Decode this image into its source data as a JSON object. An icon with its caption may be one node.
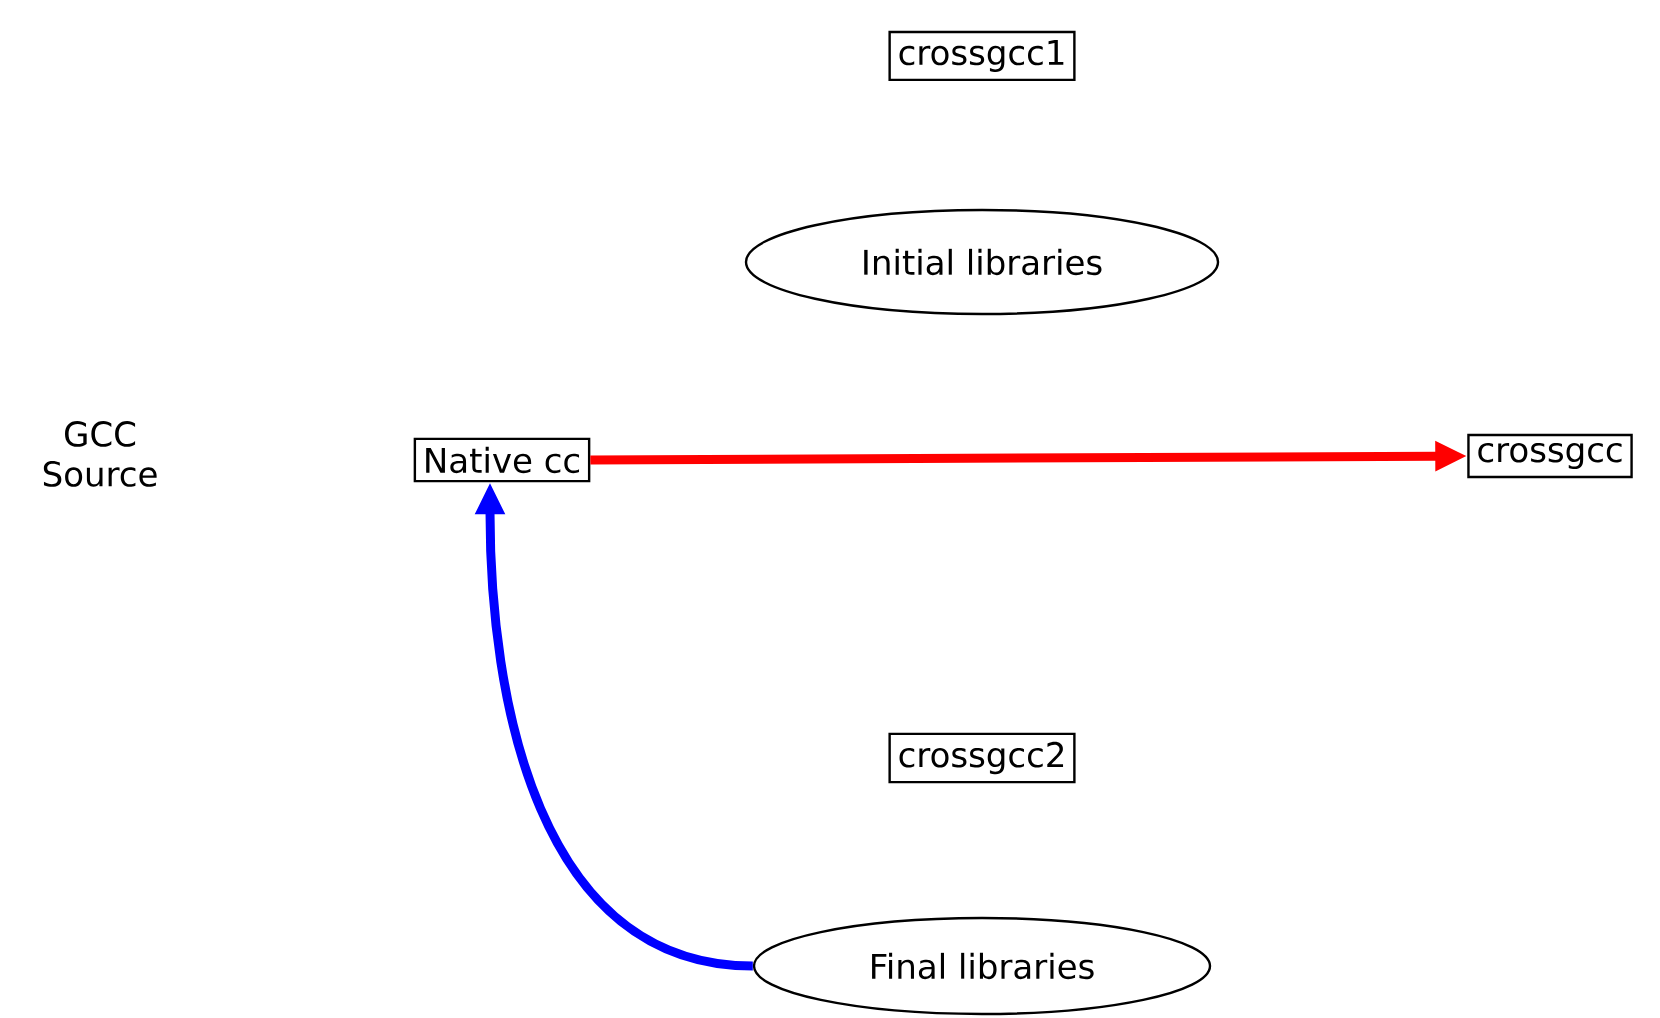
{
  "diagram": {
    "nodes": [
      {
        "text": [
          "crossgcc1"
        ]
      },
      {
        "text": [
          "Initial libraries"
        ]
      },
      {
        "text": [
          "GCC Source"
        ]
      },
      {
        "text": [
          "Native cc"
        ]
      },
      {
        "text": [
          "crossgcc"
        ]
      },
      {
        "text": [
          "crossgcc2"
        ]
      },
      {
        "text": [
          "Final libraries"
        ]
      }
    ],
    "edges": [
      {
        "from": 3,
        "to": 4,
        "arrow": "to",
        "color": "#ff0000"
      },
      {
        "from": 6,
        "to": 3,
        "arrow": "to",
        "color": "#0000ff"
      }
    ]
  }
}
